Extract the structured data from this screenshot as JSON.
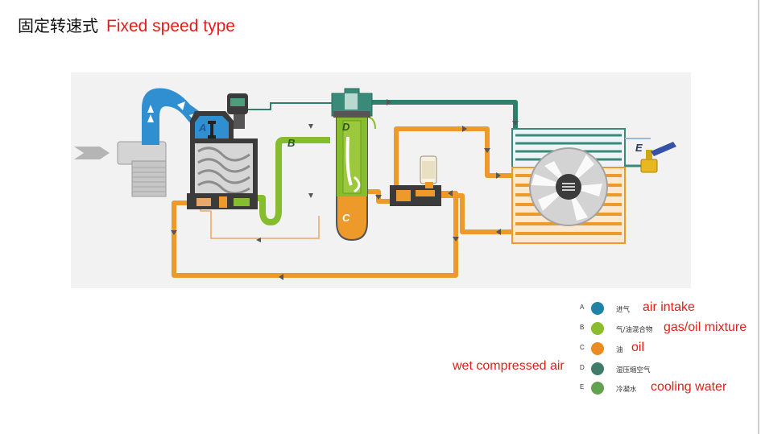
{
  "title": {
    "cn": "固定转速式",
    "en": "Fixed speed type"
  },
  "diagram": {
    "labels": {
      "a": "A",
      "b": "B",
      "c": "C",
      "d": "D",
      "e": "E"
    }
  },
  "legend": {
    "items": [
      {
        "letter": "A",
        "cn": "进气",
        "en": "air intake",
        "color": "#1f82a6"
      },
      {
        "letter": "B",
        "cn": "气/油混合物",
        "en": "gas/oil mixture",
        "color": "#8cbc2c"
      },
      {
        "letter": "C",
        "cn": "油",
        "en": "oil",
        "color": "#ec8b21"
      },
      {
        "letter": "D",
        "cn": "湿压缩空气",
        "en": "",
        "color": "#3f7d6a"
      },
      {
        "letter": "E",
        "cn": "冷凝水",
        "en": "cooling water",
        "color": "#62a150"
      }
    ],
    "wet_label": "wet compressed air"
  },
  "colors": {
    "air": "#2f8fd0",
    "mix": "#86bd2e",
    "oil": "#ee9a2a",
    "wet": "#3a8a7a",
    "machine": "#3b3b3b"
  }
}
